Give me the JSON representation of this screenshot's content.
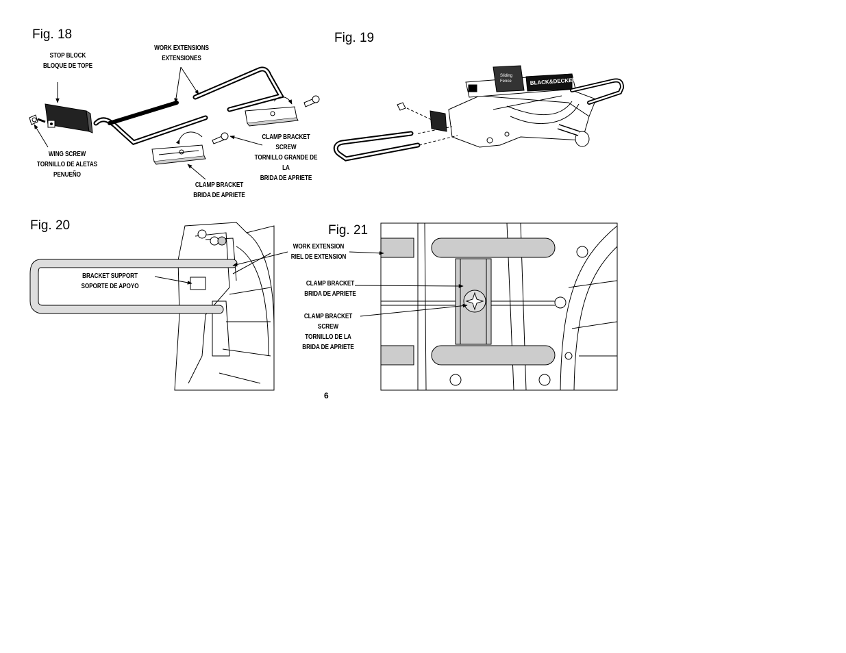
{
  "figures": {
    "fig18": {
      "title": "Fig. 18",
      "labels": {
        "stop_block": [
          "STOP BLOCK",
          "BLOQUE DE TOPE"
        ],
        "work_extensions": [
          "WORK EXTENSIONS",
          "EXTENSIONES"
        ],
        "wing_screw": [
          "WING SCREW",
          "TORNILLO DE ALETAS",
          "PENUEÑO"
        ],
        "clamp_bracket_screw": [
          "CLAMP BRACKET",
          "SCREW",
          "TORNILLO GRANDE DE",
          "LA",
          "BRIDA DE APRIETE"
        ],
        "clamp_bracket": [
          "CLAMP BRACKET",
          "BRIDA DE APRIETE"
        ]
      }
    },
    "fig19": {
      "title": "Fig. 19",
      "brand": "BLACK&DECKER",
      "fence": [
        "Sliding",
        "Fence"
      ]
    },
    "fig20": {
      "title": "Fig. 20",
      "labels": {
        "bracket_support": [
          "BRACKET SUPPORT",
          "SOPORTE DE APOYO"
        ]
      }
    },
    "fig21": {
      "title": "Fig. 21",
      "labels": {
        "work_extension": [
          "WORK EXTENSION",
          "RIEL DE EXTENSION"
        ],
        "clamp_bracket": [
          "CLAMP BRACKET",
          "BRIDA DE APRIETE"
        ],
        "clamp_bracket_screw": [
          "CLAMP BRACKET",
          "SCREW",
          "TORNILLO DE LA",
          "BRIDA DE APRIETE"
        ]
      }
    }
  },
  "page_number": "6"
}
